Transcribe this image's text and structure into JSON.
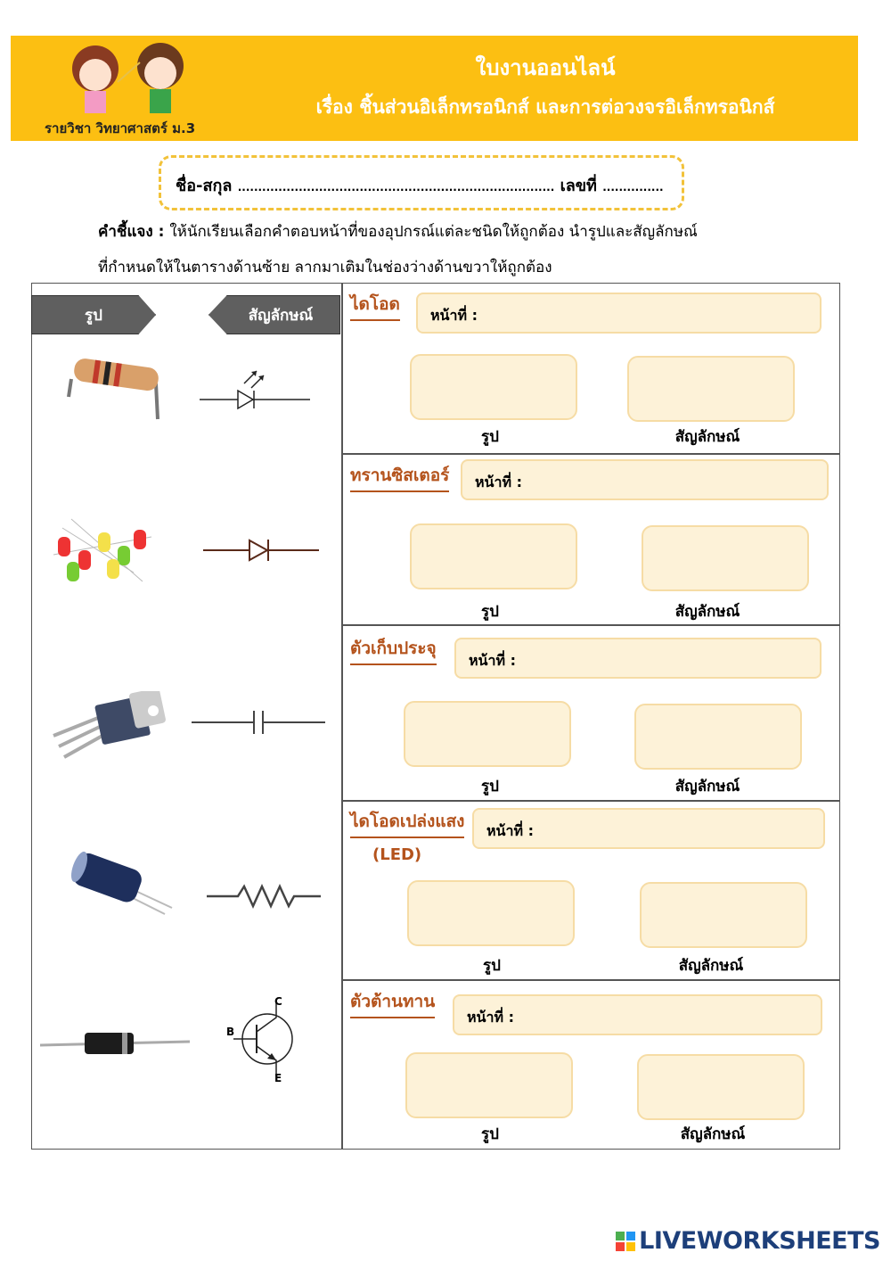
{
  "header": {
    "title": "ใบงานออนไลน์",
    "subtitle": "เรื่อง ชิ้นส่วนอิเล็กทรอนิกส์ และการต่อวงจรอิเล็กทรอนิกส์",
    "subject": "รายวิชา วิทยาศาสตร์ ม.3"
  },
  "name_box": {
    "name_label": "ชื่อ-สกุล",
    "name_dots": "..............................................................................",
    "number_label": "เลขที่",
    "number_dots": "..............."
  },
  "instructions": {
    "line1_bold": "คำชี้แจง :",
    "line1": "ให้นักเรียนเลือกคำตอบหน้าที่ของอุปกรณ์แต่ละชนิดให้ถูกต้อง นำรูปและสัญลักษณ์",
    "line2": "ที่กำหนดให้ในตารางด้านซ้าย ลากมาเติมในช่องว่างด้านขวาให้ถูกต้อง"
  },
  "left": {
    "picture_header": "รูป",
    "symbol_header": "สัญลักษณ์",
    "items": [
      {
        "picture": "resistor-photo",
        "symbol": "led-symbol"
      },
      {
        "picture": "led-photo",
        "symbol": "diode-symbol"
      },
      {
        "picture": "transistor-photo",
        "symbol": "capacitor-symbol"
      },
      {
        "picture": "capacitor-photo",
        "symbol": "resistor-symbol"
      },
      {
        "picture": "diode-photo",
        "symbol": "transistor-symbol",
        "labels": [
          "C",
          "B",
          "E"
        ]
      }
    ]
  },
  "sections": [
    {
      "title": "ไดโอด",
      "duty_label": "หน้าที่ :",
      "picture_label": "รูป",
      "symbol_label": "สัญลักษณ์"
    },
    {
      "title": "ทรานซิสเตอร์",
      "duty_label": "หน้าที่ :",
      "picture_label": "รูป",
      "symbol_label": "สัญลักษณ์"
    },
    {
      "title": "ตัวเก็บประจุ",
      "duty_label": "หน้าที่ :",
      "picture_label": "รูป",
      "symbol_label": "สัญลักษณ์"
    },
    {
      "title": "ไดโอดเปล่งแสง",
      "subtitle": "(LED)",
      "duty_label": "หน้าที่ :",
      "picture_label": "รูป",
      "symbol_label": "สัญลักษณ์"
    },
    {
      "title": "ตัวต้านทาน",
      "duty_label": "หน้าที่ :",
      "picture_label": "รูป",
      "symbol_label": "สัญลักษณ์"
    }
  ],
  "watermark": "LIVEWORKSHEETS",
  "colors": {
    "header": "#FCBF12",
    "title": "#B4531C",
    "box": "#FDF2D8"
  }
}
